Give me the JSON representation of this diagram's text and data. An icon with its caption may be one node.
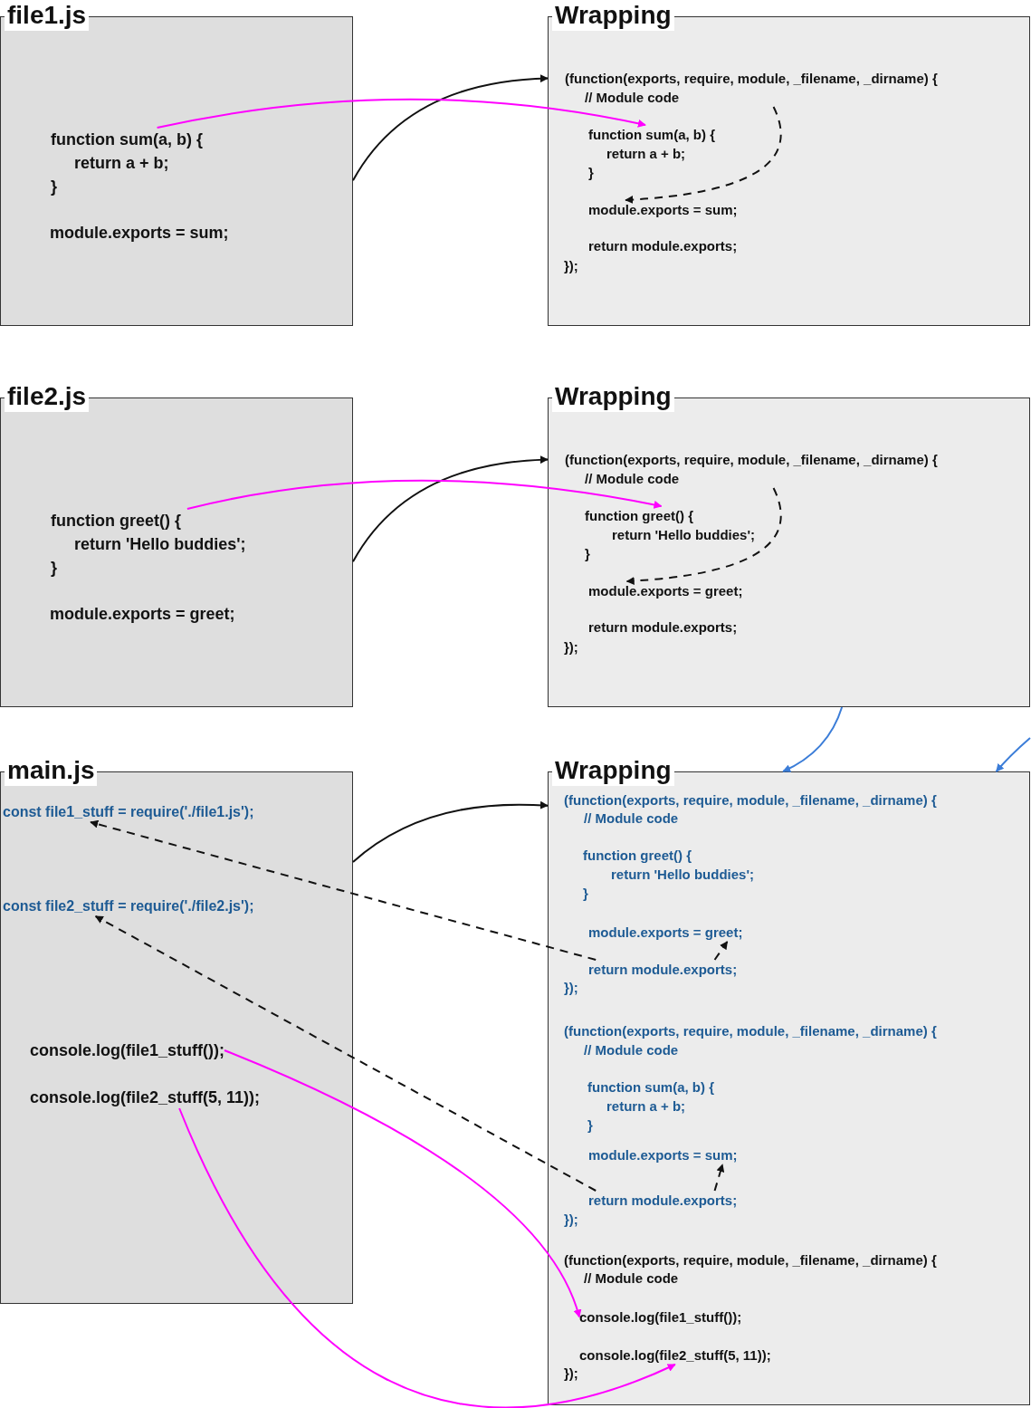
{
  "diagram": {
    "nodes": [
      {
        "text": [
          "file1.js"
        ]
      },
      {
        "text": [
          "function sum(a, b) {",
          "return a + b;",
          "}"
        ],
        "in": 0
      },
      {
        "text": [
          "Wrapping"
        ]
      },
      {
        "text": [
          "(function(exports, require, module, _filename, _dirname) {",
          "// Module code"
        ],
        "in": 2
      },
      {
        "text": [
          "function sum(a, b) {",
          "return a + b;",
          "}"
        ],
        "in": 2
      },
      {
        "text": [
          "module.exports = sum;"
        ],
        "in": 2
      },
      {
        "text": [
          "file2.js"
        ]
      },
      {
        "text": [
          "function greet() {",
          "return 'Hello buddies';",
          "}"
        ],
        "in": 6
      },
      {
        "text": [
          "Wrapping"
        ]
      },
      {
        "text": [
          "(function(exports, require, module, _filename, _dirname) {",
          "// Module code"
        ],
        "in": 8
      },
      {
        "text": [
          "function greet() {",
          "return 'Hello buddies';",
          "}"
        ],
        "in": 8
      },
      {
        "text": [
          "module.exports = greet;"
        ],
        "in": 8
      },
      {
        "text": [
          "main.js"
        ]
      },
      {
        "text": [
          "const file1_stuff = require('./file1.js');"
        ],
        "in": 12
      },
      {
        "text": [
          "const file2_stuff = require('./file2.js');"
        ],
        "in": 12
      },
      {
        "text": [
          "console.log(file1_stuff());"
        ],
        "in": 12
      },
      {
        "text": [
          "console.log(file2_stuff(5, 11));"
        ],
        "in": 12
      },
      {
        "text": [
          "Wrapping"
        ]
      },
      {
        "text": [
          "module.exports = greet;"
        ],
        "in": 17
      },
      {
        "text": [
          "return module.exports;"
        ],
        "in": 17
      },
      {
        "text": [
          "module.exports = sum;"
        ],
        "in": 17
      },
      {
        "text": [
          "return module.exports;"
        ],
        "in": 17
      },
      {
        "text": [
          "console.log(file1_stuff());"
        ],
        "in": 17
      },
      {
        "text": [
          "console.log(file2_stuff(5, 11));"
        ],
        "in": 17
      }
    ],
    "edges": [
      {
        "from": 0,
        "to": 2,
        "arrow": "to"
      },
      {
        "from": 1,
        "to": 4,
        "arrow": "to",
        "color": "#ff00ff"
      },
      {
        "from": 3,
        "to": 5,
        "arrow": "to",
        "style": "dashed"
      },
      {
        "from": 6,
        "to": 8,
        "arrow": "to"
      },
      {
        "from": 7,
        "to": 10,
        "arrow": "to",
        "color": "#ff00ff"
      },
      {
        "from": 9,
        "to": 11,
        "arrow": "to",
        "style": "dashed"
      },
      {
        "from": 8,
        "to": 17,
        "arrow": "to",
        "color": "#3b7dd8"
      },
      {
        "from": null,
        "to": 17,
        "arrow": "to",
        "color": "#3b7dd8"
      },
      {
        "from": 12,
        "to": 17,
        "arrow": "to"
      },
      {
        "from": 19,
        "to": 18,
        "arrow": "to",
        "style": "dashed"
      },
      {
        "from": 19,
        "to": 13,
        "arrow": "to",
        "style": "dashed"
      },
      {
        "from": 21,
        "to": 20,
        "arrow": "to",
        "style": "dashed"
      },
      {
        "from": 21,
        "to": 14,
        "arrow": "to",
        "style": "dashed"
      },
      {
        "from": 15,
        "to": 22,
        "arrow": "to",
        "color": "#ff00ff"
      },
      {
        "from": 16,
        "to": 23,
        "arrow": "to",
        "color": "#ff00ff"
      }
    ],
    "labels": [
      "module.exports = sum;",
      "return module.exports;",
      "});",
      "module.exports = greet;",
      "return module.exports;",
      "});",
      "(function(exports, require, module, _filename, _dirname) {",
      "// Module code",
      "function greet() {",
      "return 'Hello buddies';",
      "}",
      "});",
      "(function(exports, require, module, _filename, _dirname) {",
      "// Module code",
      "function sum(a, b) {",
      "return a + b;",
      "}",
      "});",
      "(function(exports, require, module, _filename, _dirname) {",
      "// Module code",
      "});"
    ]
  }
}
